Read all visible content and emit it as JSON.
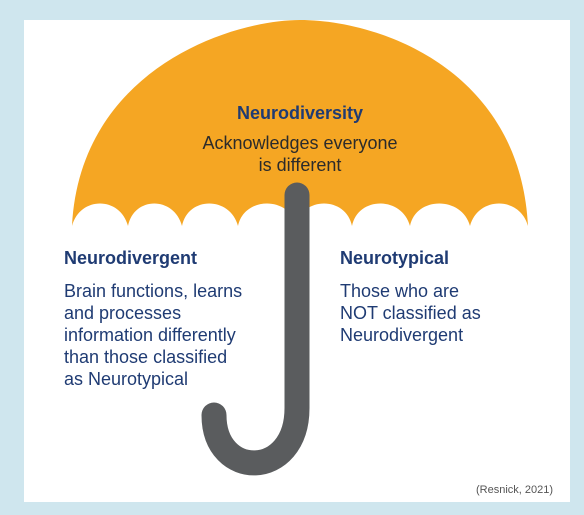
{
  "umbrella": {
    "title": "Neurodiversity",
    "subtitle_line1": "Acknowledges everyone",
    "subtitle_line2": "is different",
    "canopy_color": "#f5a623",
    "handle_color": "#5a5c5e"
  },
  "left": {
    "heading": "Neurodivergent",
    "line1": "Brain functions, learns",
    "line2": "and processes",
    "line3": "information differently",
    "line4": "than those classified",
    "line5": "as Neurotypical"
  },
  "right": {
    "heading": "Neurotypical",
    "line1": "Those who are",
    "line2": "NOT classified as",
    "line3": "Neurodivergent"
  },
  "citation": "(Resnick, 2021)",
  "colors": {
    "heading": "#1f3b73",
    "background_border": "#cfe6ee"
  }
}
